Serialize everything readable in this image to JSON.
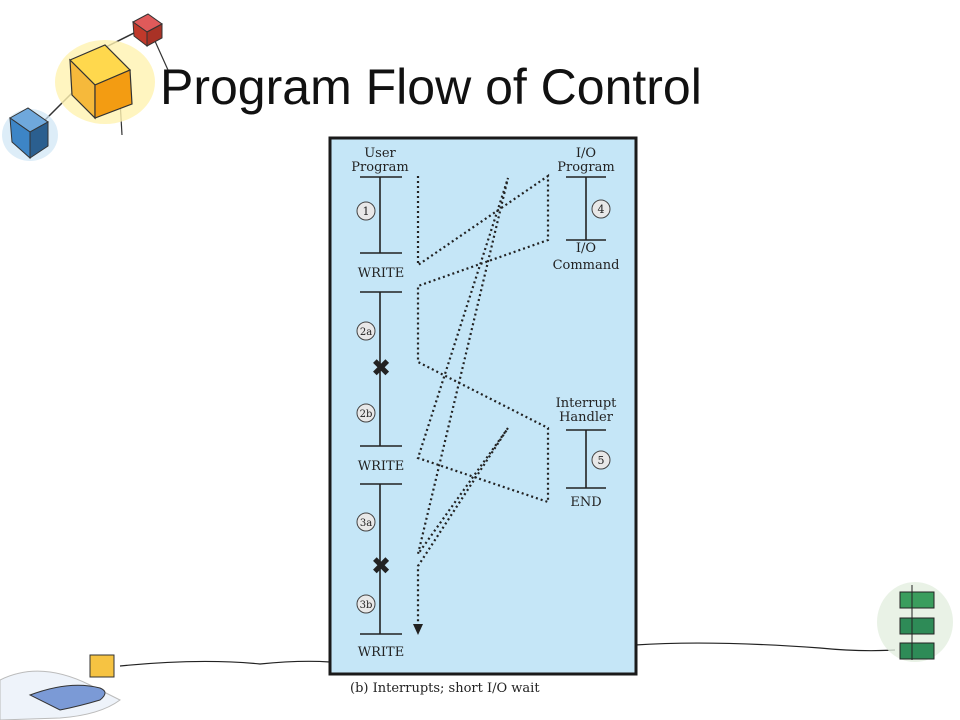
{
  "slide": {
    "title": "Program Flow of Control",
    "caption": "(b) Interrupts; short I/O wait"
  },
  "diagram": {
    "user_program_label": [
      "User",
      "Program"
    ],
    "io_program_label": [
      "I/O",
      "Program"
    ],
    "io_command_label": [
      "I/O",
      "Command"
    ],
    "interrupt_handler_label": [
      "Interrupt",
      "Handler"
    ],
    "write_label": "WRITE",
    "end_label": "END",
    "steps": [
      "1",
      "2a",
      "2b",
      "3a",
      "3b",
      "4",
      "5"
    ],
    "interrupt_marker": "✖",
    "colors": {
      "panel": "#c5e6f7",
      "frame": "#1a1a1a",
      "line": "#222222"
    }
  },
  "decorations": {
    "top_left": "cube-cluster-icon",
    "bottom_left": "hand-with-box-icon",
    "bottom_right": "stacked-green-blocks-icon"
  }
}
